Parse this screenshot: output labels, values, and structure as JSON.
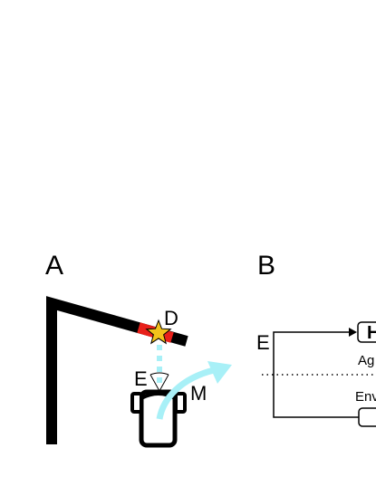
{
  "panel_a": {
    "label": "A",
    "markers": {
      "door": "D",
      "eye": "E",
      "motion": "M"
    },
    "colors": {
      "wall": "#000000",
      "door": "#e8201a",
      "star": "#f3c21b",
      "cue": "#a8f0f7"
    },
    "icons": [
      "wall-shape",
      "door-segment",
      "star-icon",
      "eye-icon",
      "robot-icon",
      "motion-arrow-icon"
    ]
  },
  "panel_b": {
    "label": "B",
    "left_marker": "E",
    "top_box_text": "H",
    "divider_upper_label": "Ag",
    "divider_lower_label": "Env"
  }
}
